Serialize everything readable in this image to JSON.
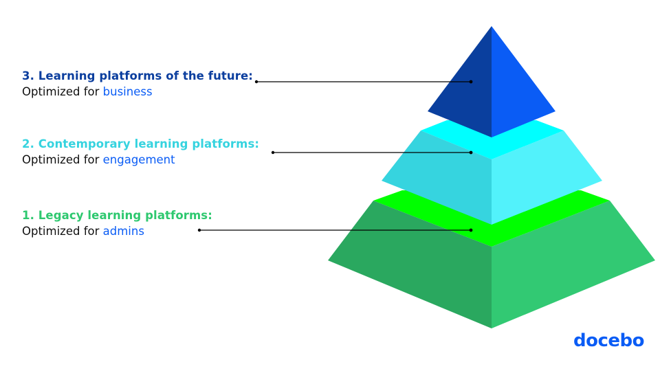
{
  "levels": [
    {
      "title": "3. Learning platforms of the future:",
      "sub_prefix": "Optimized for",
      "sub_highlight": "business",
      "title_color": "#0b3e9e"
    },
    {
      "title": "2. Contemporary learning platforms:",
      "sub_prefix": "Optimized for",
      "sub_highlight": "engagement",
      "title_color": "#36d3df"
    },
    {
      "title": "1. Legacy learning platforms:",
      "sub_prefix": "Optimized for",
      "sub_highlight": "admins",
      "title_color": "#2ec86f"
    }
  ],
  "colors": {
    "top_left": "#0a3f9e",
    "top_right": "#0a5cf5",
    "mid_top": "#00ffff",
    "mid_left": "#36d4df",
    "mid_right": "#52f2fb",
    "bot_top": "#00ff00",
    "bot_left": "#2aa85f",
    "bot_right": "#32c973",
    "highlight": "#0a5cf5"
  },
  "logo": "docebo"
}
